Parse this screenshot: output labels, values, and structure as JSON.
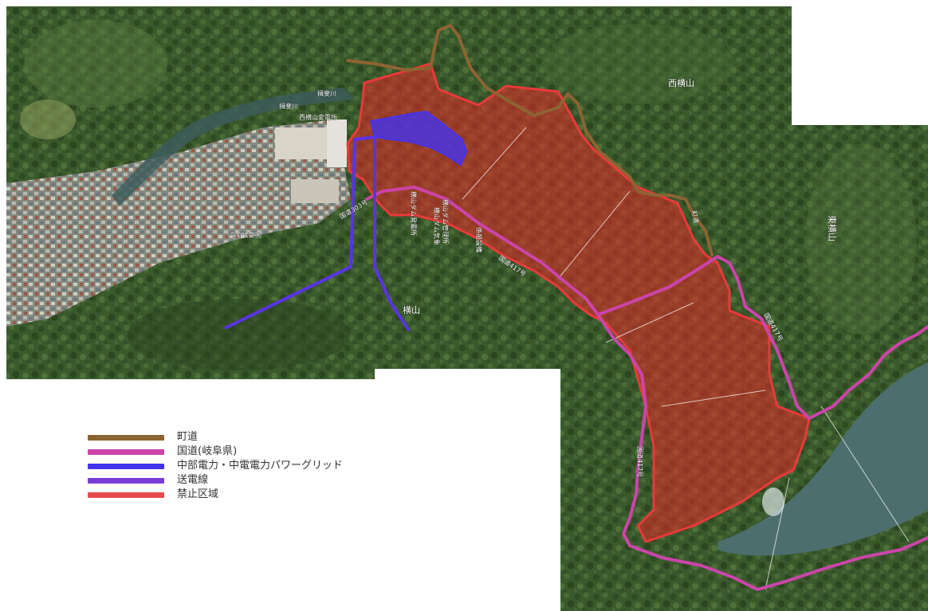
{
  "map": {
    "labels": {
      "west_yokoyama": "西横山",
      "east_yokoyama": "東横山",
      "yokoyama": "横山",
      "ibi_river_1": "揖斐川",
      "ibi_river_2": "揖斐川",
      "route_303_1": "国道303号",
      "route_303_2": "国道303号",
      "route_417_1": "国道417号",
      "route_417_2": "国道417号",
      "route_417_3": "国道417号",
      "town_road": "町道",
      "power_station": "横山ダム発電所",
      "dam_office": "横山ダム管理所",
      "weather": "横山ダム気象",
      "boat_facility": "係船設備",
      "substation": "西横山変電所"
    },
    "colors": {
      "town_road": "#8c6432",
      "national_road": "#cc44aa",
      "chubu_electric": "#4433ee",
      "power_line": "#7a3cd6",
      "restricted_area": "#e83a3a",
      "restricted_fill": "rgba(232,40,40,0.55)",
      "forest_dark": "#2d4a22",
      "forest_mid": "#3e5f2e",
      "forest_light": "#5b7a44",
      "town": "#8a8a80",
      "water": "#4a6a6a"
    }
  },
  "legend": {
    "items": [
      {
        "label": "町道",
        "color": "#8c6432"
      },
      {
        "label": "国道(岐阜県)",
        "color": "#cc44aa"
      },
      {
        "label": "中部電力・中電電力パワーグリッド",
        "color": "#4433ee"
      },
      {
        "label": "送電線",
        "color": "#7a3cd6"
      },
      {
        "label": "禁止区域",
        "color": "#e84a4a"
      }
    ]
  }
}
